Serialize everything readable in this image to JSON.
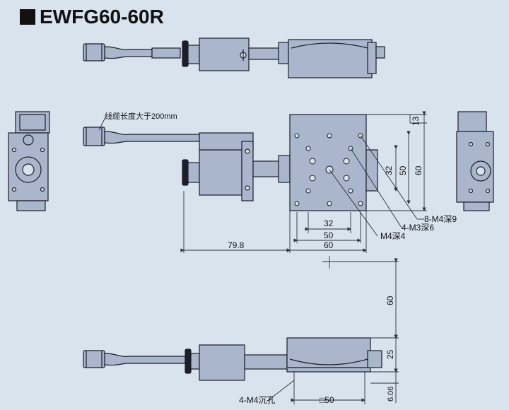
{
  "title": "EWFG60-60R",
  "labels": {
    "cable_note": "线缆长度大于200mm",
    "dim_13": "13",
    "dim_32_v": "32",
    "dim_50_v": "50",
    "dim_60_v": "60",
    "dim_32_h": "32",
    "dim_50_h": "50",
    "dim_60_h": "60",
    "dim_798": "79.8",
    "hole_8m4": "8-M4深9",
    "hole_4m3": "4-M3深6",
    "hole_m4": "M4深4",
    "dim_60_side": "60",
    "dim_25": "25",
    "dim_606": "6.06",
    "hole_4m4": "4-M4沉孔",
    "dim_sq50": "□50"
  },
  "colors": {
    "background": "#d9e3ee",
    "part_fill": "#a9b6cc",
    "part_stroke": "#1b1f2a",
    "dim_line": "#2a2f3a"
  }
}
